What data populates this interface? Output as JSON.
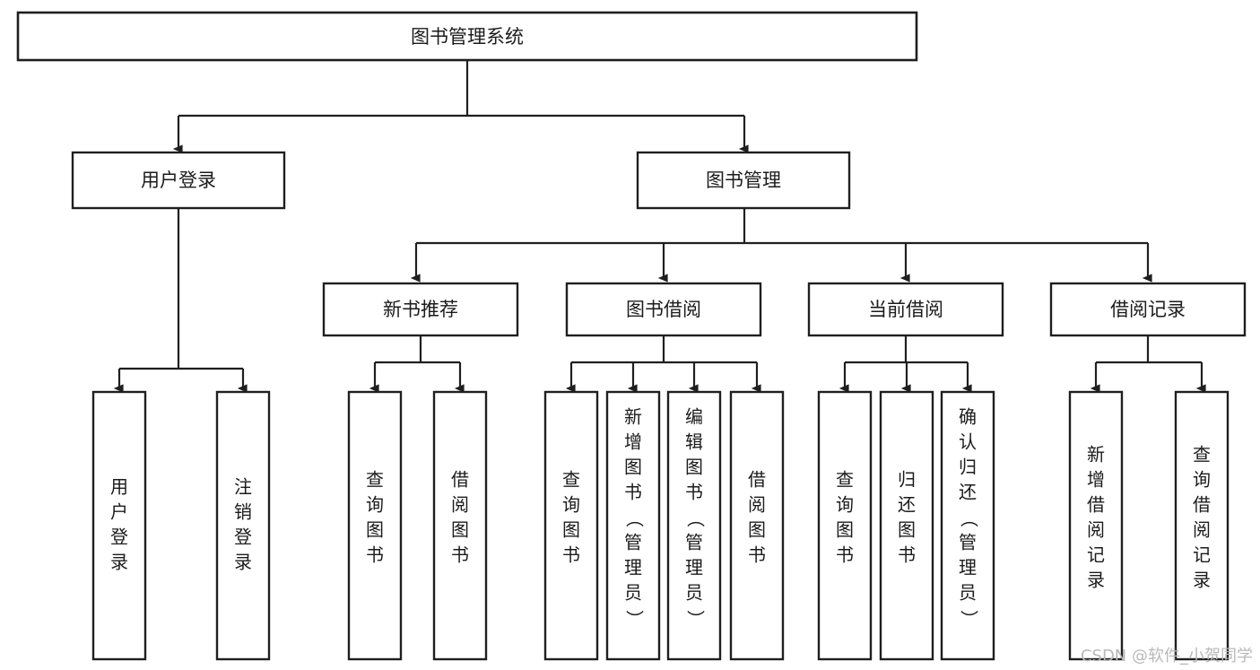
{
  "diagram": {
    "title": "图书管理系统",
    "type": "tree",
    "watermark": "CSDN @软件_小贺同学",
    "colors": {
      "stroke": "#1f1f1f",
      "fill": "#ffffff",
      "text": "#1b1b1b",
      "watermark": "#b9b9b9",
      "background": "#ffffff"
    },
    "nodes": {
      "root": {
        "label": "图书管理系统",
        "orientation": "horizontal"
      },
      "level2": [
        {
          "id": "user-login",
          "label": "用户登录",
          "orientation": "horizontal"
        },
        {
          "id": "book-management",
          "label": "图书管理",
          "orientation": "horizontal"
        }
      ],
      "level3": [
        {
          "id": "new-book-recommend",
          "label": "新书推荐",
          "orientation": "horizontal"
        },
        {
          "id": "book-borrow",
          "label": "图书借阅",
          "orientation": "horizontal"
        },
        {
          "id": "current-borrow",
          "label": "当前借阅",
          "orientation": "horizontal"
        },
        {
          "id": "borrow-record",
          "label": "借阅记录",
          "orientation": "horizontal"
        }
      ],
      "leaves": [
        {
          "id": "leaf-user-login",
          "parent": "user-login",
          "label": "用户登录",
          "orientation": "vertical"
        },
        {
          "id": "leaf-logout-login",
          "parent": "user-login",
          "label": "注销登录",
          "orientation": "vertical"
        },
        {
          "id": "leaf-query-book-1",
          "parent": "new-book-recommend",
          "label": "查询图书",
          "orientation": "vertical"
        },
        {
          "id": "leaf-borrow-book-1",
          "parent": "new-book-recommend",
          "label": "借阅图书",
          "orientation": "vertical"
        },
        {
          "id": "leaf-query-book-2",
          "parent": "book-borrow",
          "label": "查询图书",
          "orientation": "vertical"
        },
        {
          "id": "leaf-add-book",
          "parent": "book-borrow",
          "label": "新增图书（管理员）",
          "orientation": "vertical"
        },
        {
          "id": "leaf-edit-book",
          "parent": "book-borrow",
          "label": "编辑图书（管理员）",
          "orientation": "vertical"
        },
        {
          "id": "leaf-borrow-book-2",
          "parent": "book-borrow",
          "label": "借阅图书",
          "orientation": "vertical"
        },
        {
          "id": "leaf-query-book-3",
          "parent": "current-borrow",
          "label": "查询图书",
          "orientation": "vertical"
        },
        {
          "id": "leaf-return-book",
          "parent": "current-borrow",
          "label": "归还图书",
          "orientation": "vertical"
        },
        {
          "id": "leaf-confirm-return",
          "parent": "current-borrow",
          "label": "确认归还（管理员）",
          "orientation": "vertical"
        },
        {
          "id": "leaf-add-record",
          "parent": "borrow-record",
          "label": "新增借阅记录",
          "orientation": "vertical"
        },
        {
          "id": "leaf-query-record",
          "parent": "borrow-record",
          "label": "查询借阅记录",
          "orientation": "vertical"
        }
      ]
    }
  }
}
